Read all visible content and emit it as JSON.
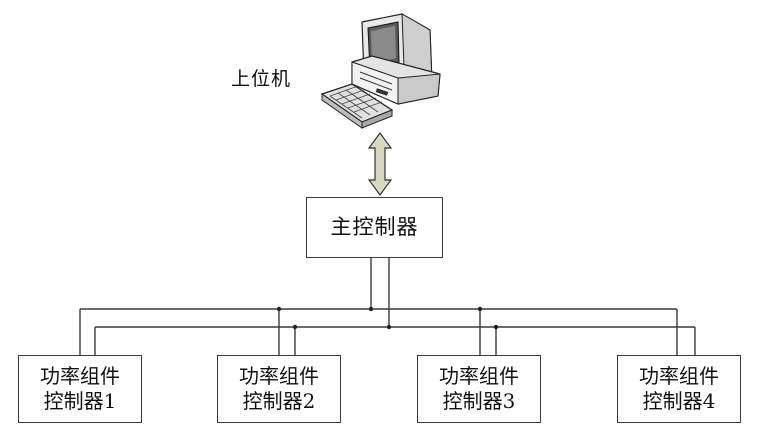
{
  "host": {
    "label": "上位机",
    "icon": "desktop-computer-icon"
  },
  "master": {
    "label": "主控制器"
  },
  "slaves": [
    {
      "line1": "功率组件",
      "line2": "控制器1"
    },
    {
      "line1": "功率组件",
      "line2": "控制器2"
    },
    {
      "line1": "功率组件",
      "line2": "控制器3"
    },
    {
      "line1": "功率组件",
      "line2": "控制器4"
    }
  ],
  "colors": {
    "line": "#3a3a3a",
    "arrow_fill": "#d8d8c0",
    "computer_body": "#e6e6e6"
  }
}
